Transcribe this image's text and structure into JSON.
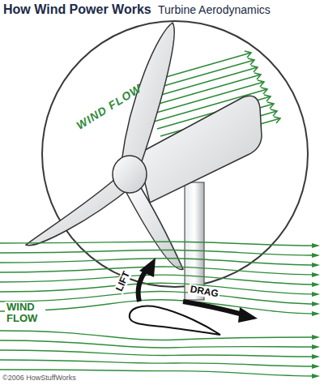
{
  "diagram": {
    "title": "How Wind Power Works",
    "labels": [
      "Turbine Aerodynamics",
      "WIND FLOW",
      "LIFT",
      "DRAG",
      "WIND FLOW",
      "©2006 HowStuffWorks"
    ]
  }
}
